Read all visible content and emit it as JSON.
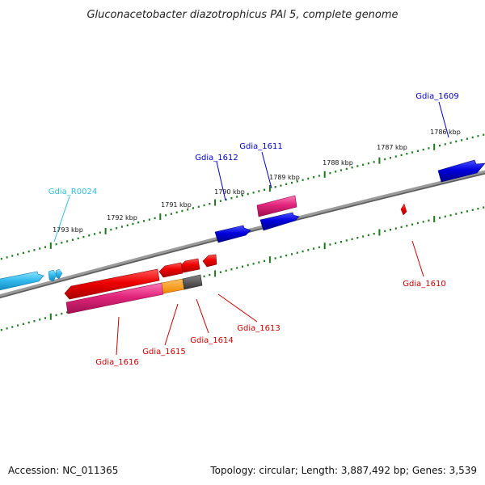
{
  "title": "Gluconacetobacter diazotrophicus PAl 5, complete genome",
  "footer": {
    "accession": "Accession: NC_011365",
    "topology": "Topology: circular; Length: 3,887,492 bp; Genes: 3,539"
  },
  "scale_labels": [
    "1786 kbp",
    "1787 kbp",
    "1788 kbp",
    "1789 kbp",
    "1790 kbp",
    "1791 kbp",
    "1792 kbp",
    "1793 kbp"
  ],
  "genes_forward": [
    {
      "id": "gdia-1609",
      "label": "Gdia_1609",
      "color": "#0000cc"
    },
    {
      "id": "gdia-1611",
      "label": "Gdia_1611",
      "color": "#0000cc"
    },
    {
      "id": "gdia-1612",
      "label": "Gdia_1612",
      "color": "#0000cc"
    },
    {
      "id": "gdia-r0024",
      "label": "Gdia_R0024",
      "color": "#33bbdd"
    }
  ],
  "genes_reverse": [
    {
      "id": "gdia-1610",
      "label": "Gdia_1610",
      "color": "#cc0000"
    },
    {
      "id": "gdia-1613",
      "label": "Gdia_1613",
      "color": "#cc0000"
    },
    {
      "id": "gdia-1614",
      "label": "Gdia_1614",
      "color": "#cc0000"
    },
    {
      "id": "gdia-1615",
      "label": "Gdia_1615",
      "color": "#cc0000"
    },
    {
      "id": "gdia-1616",
      "label": "Gdia_1616",
      "color": "#cc0000"
    }
  ],
  "colors": {
    "cds_forward": "#0000cc",
    "cds_reverse": "#ee0000",
    "rna": "#33bbdd",
    "gene_feature": "#e0247a",
    "orange_feature": "#ff9922",
    "grey_feature": "#555555",
    "backbone": "#808080",
    "tick": "#1a7a1a"
  }
}
